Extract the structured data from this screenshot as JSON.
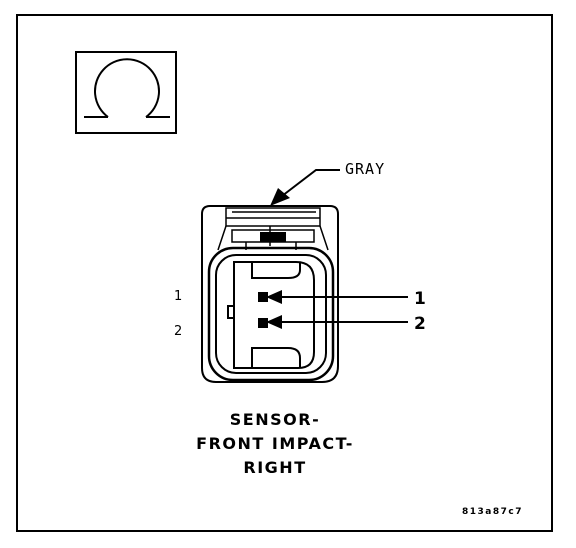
{
  "wire_color_label": "GRAY",
  "connector_view_icon": "omega-terminal-view-icon",
  "cavity_labels_left": [
    "1",
    "2"
  ],
  "pin_callouts": [
    "1",
    "2"
  ],
  "component_name": {
    "line1": "SENSOR-",
    "line2": "FRONT IMPACT-",
    "line3": "RIGHT"
  },
  "figure_id": "813a87c7"
}
